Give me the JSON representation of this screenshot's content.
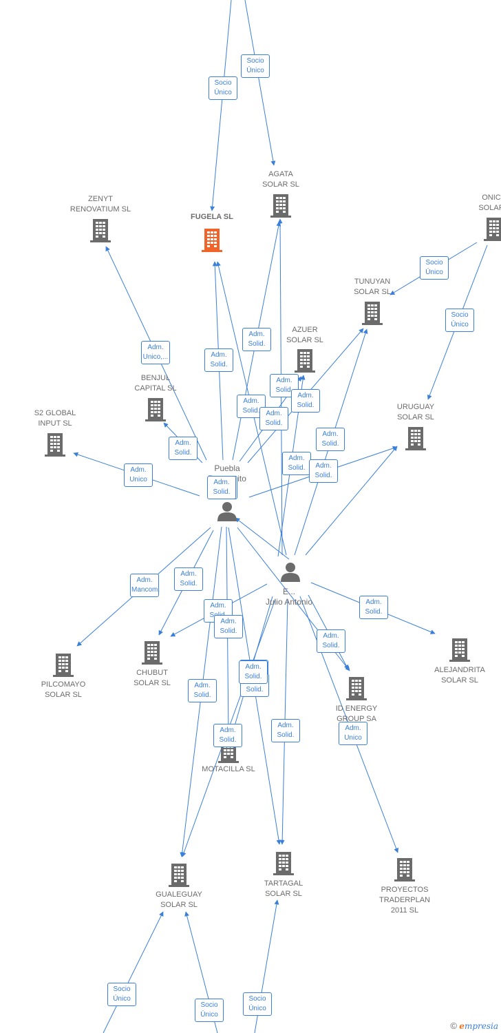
{
  "colors": {
    "edge": "#3a7fd8",
    "company": "#6b6b6b",
    "focus_company": "#f0642a",
    "person": "#6b6b6b",
    "text": "#6b6b6b"
  },
  "nodes": [
    {
      "id": "fugela",
      "label": "FUGELA  SL",
      "kind": "company",
      "focus": true
    },
    {
      "id": "agata",
      "label": "AGATA\nSOLAR  SL",
      "kind": "company"
    },
    {
      "id": "zenyt",
      "label": "ZENYT\nRENOVATIUM SL",
      "kind": "company"
    },
    {
      "id": "onic",
      "label": "ONIC\nSOLAR",
      "kind": "company"
    },
    {
      "id": "tunuyan",
      "label": "TUNUYAN\nSOLAR  SL",
      "kind": "company"
    },
    {
      "id": "azuer",
      "label": "AZUER\nSOLAR  SL",
      "kind": "company"
    },
    {
      "id": "benjul",
      "label": "BENJUL\nCAPITAL  SL",
      "kind": "company"
    },
    {
      "id": "s2global",
      "label": "S2 GLOBAL\nINPUT  SL",
      "kind": "company"
    },
    {
      "id": "uruguay",
      "label": "URUGUAY\nSOLAR  SL",
      "kind": "company"
    },
    {
      "id": "pilcomayo",
      "label": "PILCOMAYO\nSOLAR  SL",
      "kind": "company"
    },
    {
      "id": "chubut",
      "label": "CHUBUT\nSOLAR  SL",
      "kind": "company"
    },
    {
      "id": "alejandrita",
      "label": "ALEJANDRITA\nSOLAR  SL",
      "kind": "company"
    },
    {
      "id": "idenergy",
      "label": "ID ENERGY\nGROUP SA",
      "kind": "company"
    },
    {
      "id": "motacilla",
      "label": "MOTACILLA SL",
      "kind": "company"
    },
    {
      "id": "gualeguay",
      "label": "GUALEGUAY\nSOLAR  SL",
      "kind": "company"
    },
    {
      "id": "tartagal",
      "label": "TARTAGAL\nSOLAR  SL",
      "kind": "company"
    },
    {
      "id": "proyectos",
      "label": "PROYECTOS\nTRADERPLAN\n2011 SL",
      "kind": "company"
    },
    {
      "id": "puebla",
      "label": "Puebla\nP...  ...enito",
      "kind": "person"
    },
    {
      "id": "julio",
      "label": "E...\nJulio Antonio",
      "kind": "person"
    }
  ],
  "edges": [
    {
      "from": "topA",
      "to": "fugela",
      "label": "Socio\nÚnico"
    },
    {
      "from": "topB",
      "to": "agata",
      "label": "Socio\nÚnico"
    },
    {
      "from": "onic",
      "to": "tunuyan",
      "label": "Socio\nÚnico"
    },
    {
      "from": "onic",
      "to": "uruguay",
      "label": "Socio\nÚnico"
    },
    {
      "from": "puebla",
      "to": "zenyt",
      "label": "Adm.\nUnico,..."
    },
    {
      "from": "puebla",
      "to": "fugela",
      "label": "Adm.\nSolid."
    },
    {
      "from": "puebla",
      "to": "agata",
      "label": "Adm.\nSolid."
    },
    {
      "from": "julio",
      "to": "azuer",
      "label": "Adm.\nSolid."
    },
    {
      "from": "puebla",
      "to": "azuer",
      "label": "Adm.\nSolid."
    },
    {
      "from": "puebla",
      "to": "tunuyan",
      "label": "Adm.\nSolid."
    },
    {
      "from": "julio",
      "to": "agata",
      "label": "Adm.\nSolid."
    },
    {
      "from": "julio",
      "to": "tunuyan",
      "label": "Adm.\nSolid."
    },
    {
      "from": "puebla",
      "to": "benjul",
      "label": "Adm.\nSolid."
    },
    {
      "from": "puebla",
      "to": "s2global",
      "label": "Adm.\nUnico"
    },
    {
      "from": "julio",
      "to": "fugela",
      "label": "Adm.\nSolid."
    },
    {
      "from": "julio",
      "to": "uruguay",
      "label": "Adm.\nSolid."
    },
    {
      "from": "puebla",
      "to": "uruguay",
      "label": "Adm.\nSolid."
    },
    {
      "from": "puebla",
      "to": "pilcomayo",
      "label": "Adm.\nMancom."
    },
    {
      "from": "puebla",
      "to": "chubut",
      "label": "Adm.\nSolid."
    },
    {
      "from": "julio",
      "to": "chubut",
      "label": "Adm.\nSolid."
    },
    {
      "from": "julio",
      "to": "alejandrita",
      "label": "Adm.\nSolid."
    },
    {
      "from": "julio",
      "to": "idenergy",
      "label": "Adm.\nSolid."
    },
    {
      "from": "puebla",
      "to": "idenergy",
      "label": "Adm.\nSolid."
    },
    {
      "from": "puebla",
      "to": "motacilla",
      "label": "Adm.\nSolid."
    },
    {
      "from": "julio",
      "to": "motacilla",
      "label": "Adm.\nSolid."
    },
    {
      "from": "puebla",
      "to": "gualeguay",
      "label": "Adm.\nSolid."
    },
    {
      "from": "julio",
      "to": "gualeguay",
      "label": "Adm.\nSolid."
    },
    {
      "from": "julio",
      "to": "tartagal",
      "label": "Adm.\nSolid."
    },
    {
      "from": "puebla",
      "to": "tartagal",
      "label": "Adm.\nSolid."
    },
    {
      "from": "julio",
      "to": "proyectos",
      "label": "Adm.\nUnico"
    },
    {
      "from": "julio",
      "to": "puebla",
      "label": "Adm.\nSolid."
    },
    {
      "from": "botA",
      "to": "gualeguay",
      "label": "Socio\nÚnico"
    },
    {
      "from": "botB",
      "to": "gualeguay",
      "label": "Socio\nÚnico"
    },
    {
      "from": "botC",
      "to": "tartagal",
      "label": "Socio\nÚnico"
    }
  ],
  "footer": {
    "copyright": "©",
    "brand_initial": "e",
    "brand_rest": "mpresia"
  }
}
